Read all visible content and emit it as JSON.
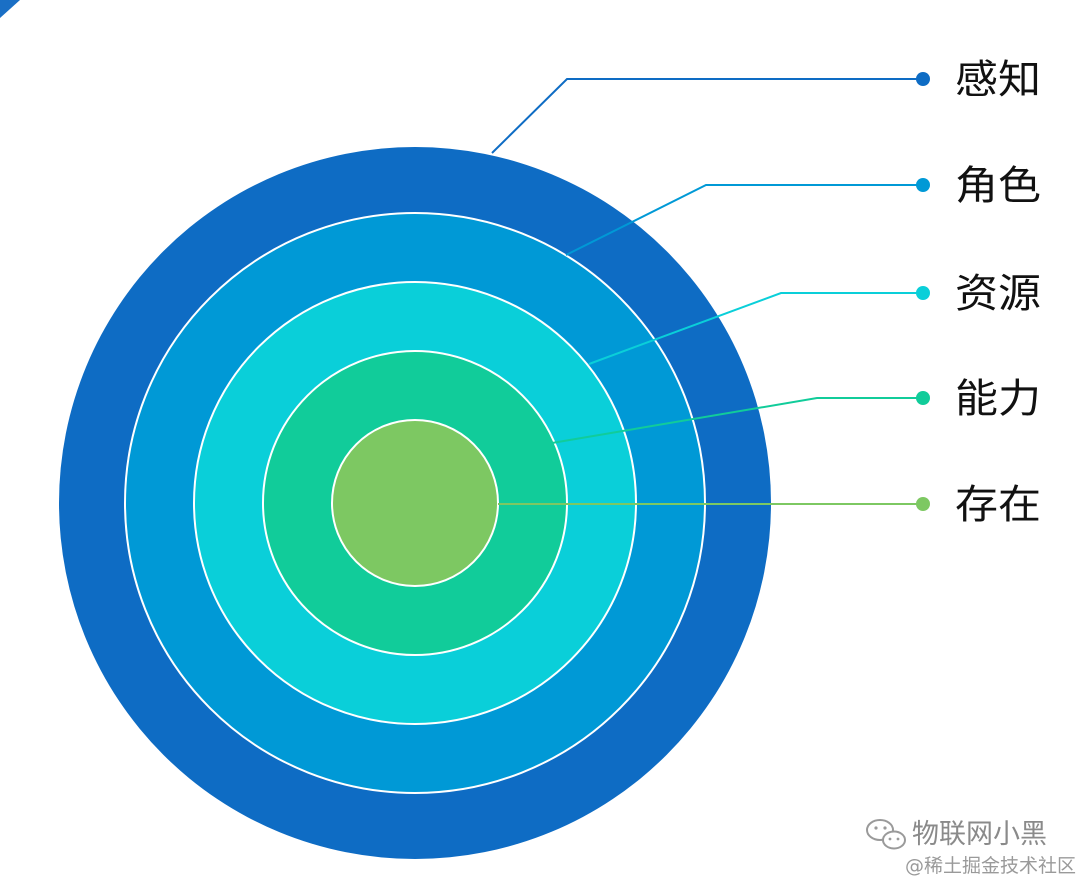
{
  "diagram": {
    "layers": [
      {
        "label": "感知",
        "color": "#0E6CC4"
      },
      {
        "label": "角色",
        "color": "#0099D6"
      },
      {
        "label": "资源",
        "color": "#0ACFD9"
      },
      {
        "label": "能力",
        "color": "#11CC9A"
      },
      {
        "label": "存在",
        "color": "#7DC862"
      }
    ],
    "separator_color": "#FFFFFF"
  },
  "watermark": {
    "title": "物联网小黑",
    "subtitle": "@稀土掘金技术社区",
    "icon": "wechat-icon"
  }
}
